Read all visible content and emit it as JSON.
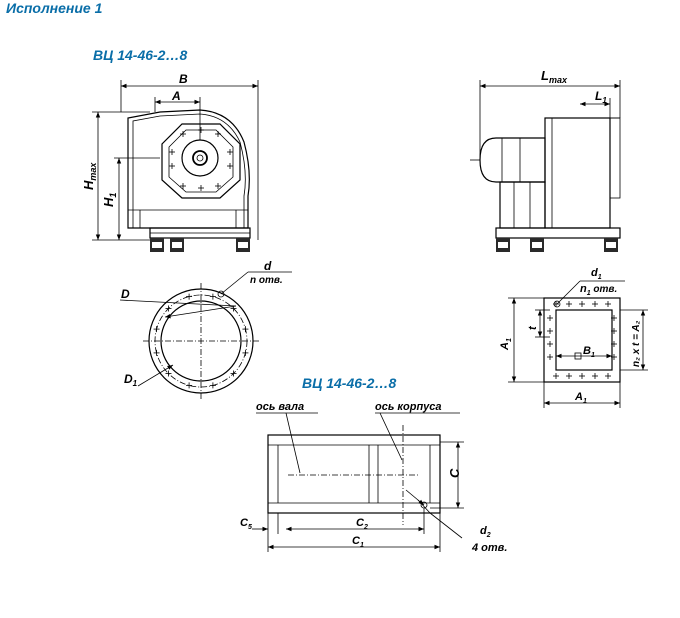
{
  "header": {
    "title": "Исполнение 1"
  },
  "colors": {
    "title_blue": "#0a6ea8",
    "line": "#000000",
    "fill_dark": "#2a2a2a",
    "fill_light": "#ffffff"
  },
  "front_view": {
    "model": "ВЦ 14-46-2…8",
    "dim_b": "B",
    "dim_a": "A",
    "dim_h_main": "H",
    "dim_h_sub": "max",
    "dim_h1_main": "H",
    "dim_h1_sub": "1"
  },
  "side_view": {
    "dim_l_main": "L",
    "dim_l_sub": "max",
    "dim_l1_main": "L",
    "dim_l1_sub": "1"
  },
  "flange_round": {
    "dim_d_holes": "d",
    "holes_note": "n отв.",
    "dim_D": "D",
    "dim_D1_main": "D",
    "dim_D1_sub": "1"
  },
  "flange_square": {
    "dim_d1_main": "d",
    "dim_d1_sub": "1",
    "holes_main": "n",
    "holes_sub": "1",
    "holes_rest": " отв.",
    "dim_t": "t",
    "dim_a1_main": "A",
    "dim_a1_sub": "1",
    "dim_b1_main": "B",
    "dim_b1_sub": "1",
    "dim_pitch": "n₂ x t = A₂"
  },
  "base_view": {
    "model": "ВЦ 14-46-2…8",
    "axis_shaft": "ось вала",
    "axis_body": "ось корпуса",
    "dim_c": "C",
    "dim_c5_main": "C",
    "dim_c5_sub": "5",
    "dim_c2_main": "C",
    "dim_c2_sub": "2",
    "dim_c1_main": "C",
    "dim_c1_sub": "1",
    "dim_d2_main": "d",
    "dim_d2_sub": "2",
    "holes_note": "4 отв."
  }
}
